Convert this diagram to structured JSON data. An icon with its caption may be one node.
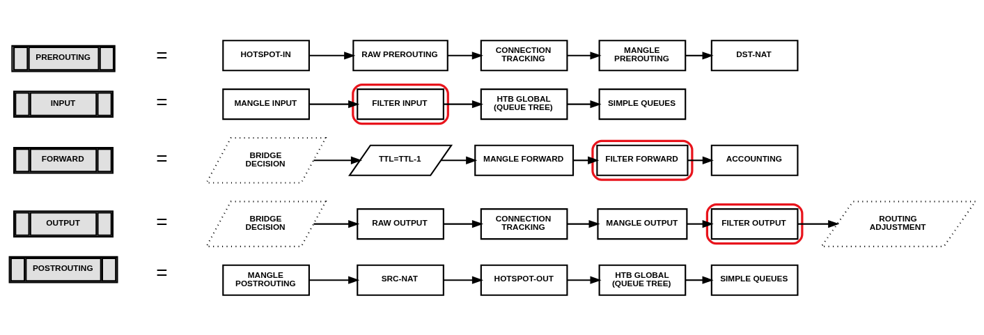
{
  "diagram": {
    "nodes": [
      {
        "text": [
          "PREROUTING"
        ]
      },
      {
        "text": [
          "HOTSPOT-IN"
        ]
      },
      {
        "text": [
          "RAW PREROUTING"
        ]
      },
      {
        "text": [
          "CONNECTION TRACKING"
        ]
      },
      {
        "text": [
          "MANGLE PREROUTING"
        ]
      },
      {
        "text": [
          "DST-NAT"
        ]
      },
      {
        "text": [
          "INPUT"
        ]
      },
      {
        "text": [
          "MANGLE INPUT"
        ]
      },
      {
        "text": [],
        "shape": "box"
      },
      {
        "text": [
          "FILTER INPUT"
        ],
        "in": 8
      },
      {
        "text": [
          "HTB GLOBAL (QUEUE TREE)"
        ]
      },
      {
        "text": [
          "SIMPLE QUEUES"
        ]
      },
      {
        "text": [
          "FORWARD"
        ]
      },
      {
        "text": [
          "BRIDGE DECISION"
        ]
      },
      {
        "text": [
          "TTL=TTL-1"
        ]
      },
      {
        "text": [
          "MANGLE FORWARD"
        ]
      },
      {
        "text": [],
        "shape": "box"
      },
      {
        "text": [
          "FILTER FORWARD"
        ],
        "in": 16
      },
      {
        "text": [
          "ACCOUNTING"
        ]
      },
      {
        "text": [
          "OUTPUT"
        ]
      },
      {
        "text": [
          "BRIDGE DECISION"
        ]
      },
      {
        "text": [
          "RAW OUTPUT"
        ]
      },
      {
        "text": [
          "CONNECTION TRACKING"
        ]
      },
      {
        "text": [
          "MANGLE OUTPUT"
        ]
      },
      {
        "text": [],
        "shape": "box"
      },
      {
        "text": [
          "FILTER OUTPUT"
        ],
        "in": 24
      },
      {
        "text": [
          "ROUTING ADJUSTMENT"
        ]
      },
      {
        "text": [
          "POSTROUTING"
        ]
      },
      {
        "text": [
          "MANGLE POSTROUTING"
        ]
      },
      {
        "text": [
          "SRC-NAT"
        ]
      },
      {
        "text": [
          "HOTSPOT-OUT"
        ]
      },
      {
        "text": [
          "HTB GLOBAL (QUEUE TREE)"
        ]
      },
      {
        "text": [
          "SIMPLE QUEUES"
        ]
      }
    ],
    "edges": [
      {
        "from": 1,
        "to": 2,
        "arrow": "to"
      },
      {
        "from": 2,
        "to": 3,
        "arrow": "to"
      },
      {
        "from": 3,
        "to": 4,
        "arrow": "to"
      },
      {
        "from": 4,
        "to": 5,
        "arrow": "to"
      },
      {
        "from": 7,
        "to": 9,
        "arrow": "to"
      },
      {
        "from": 9,
        "to": 10,
        "arrow": "to"
      },
      {
        "from": 10,
        "to": 11,
        "arrow": "to"
      },
      {
        "from": 13,
        "to": 14,
        "arrow": "to"
      },
      {
        "from": 14,
        "to": 15,
        "arrow": "to"
      },
      {
        "from": 15,
        "to": 17,
        "arrow": "to"
      },
      {
        "from": 17,
        "to": 18,
        "arrow": "to"
      },
      {
        "from": 20,
        "to": 21,
        "arrow": "to"
      },
      {
        "from": 21,
        "to": 22,
        "arrow": "to"
      },
      {
        "from": 22,
        "to": 23,
        "arrow": "to"
      },
      {
        "from": 23,
        "to": 25,
        "arrow": "to"
      },
      {
        "from": 25,
        "to": 26,
        "arrow": "to"
      },
      {
        "from": 28,
        "to": 29,
        "arrow": "to"
      },
      {
        "from": 29,
        "to": 30,
        "arrow": "to"
      },
      {
        "from": 30,
        "to": 31,
        "arrow": "to"
      },
      {
        "from": 31,
        "to": 32,
        "arrow": "to"
      }
    ],
    "labels": [
      "=",
      "=",
      "=",
      "=",
      "="
    ]
  }
}
